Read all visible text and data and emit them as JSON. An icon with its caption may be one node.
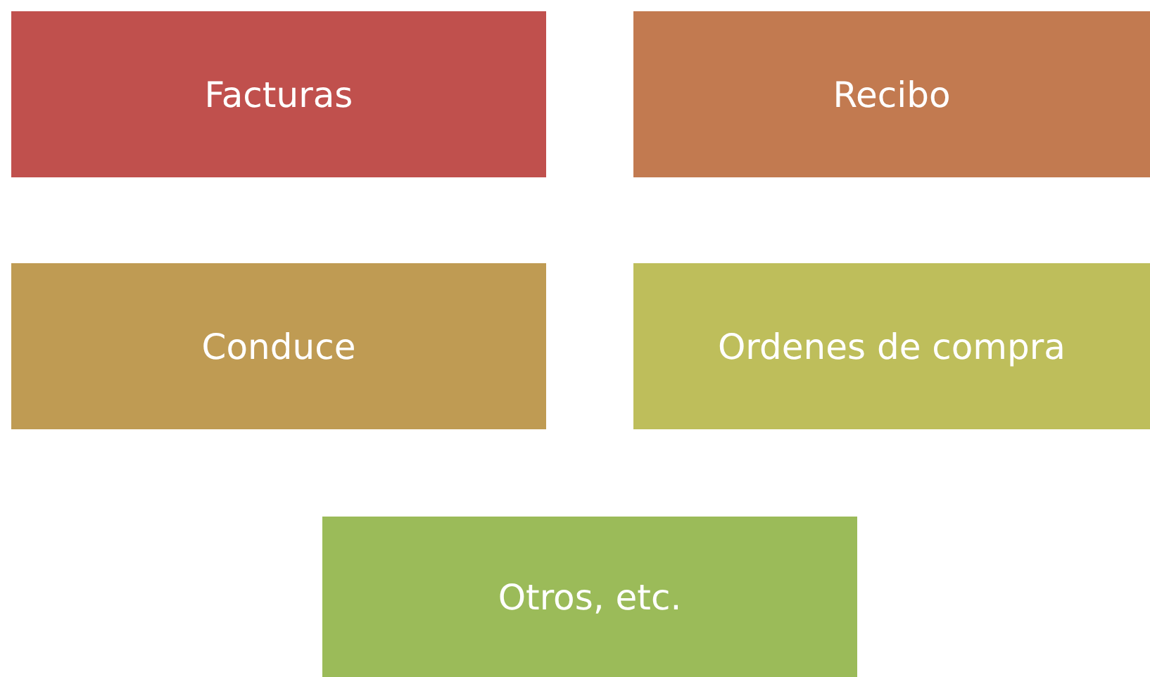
{
  "diagram": {
    "nodes": [
      {
        "text": [
          "Facturas"
        ]
      },
      {
        "text": [
          "Recibo"
        ]
      },
      {
        "text": [
          "Conduce"
        ]
      },
      {
        "text": [
          "Ordenes de compra"
        ]
      },
      {
        "text": [
          "Otros, etc."
        ]
      }
    ]
  }
}
